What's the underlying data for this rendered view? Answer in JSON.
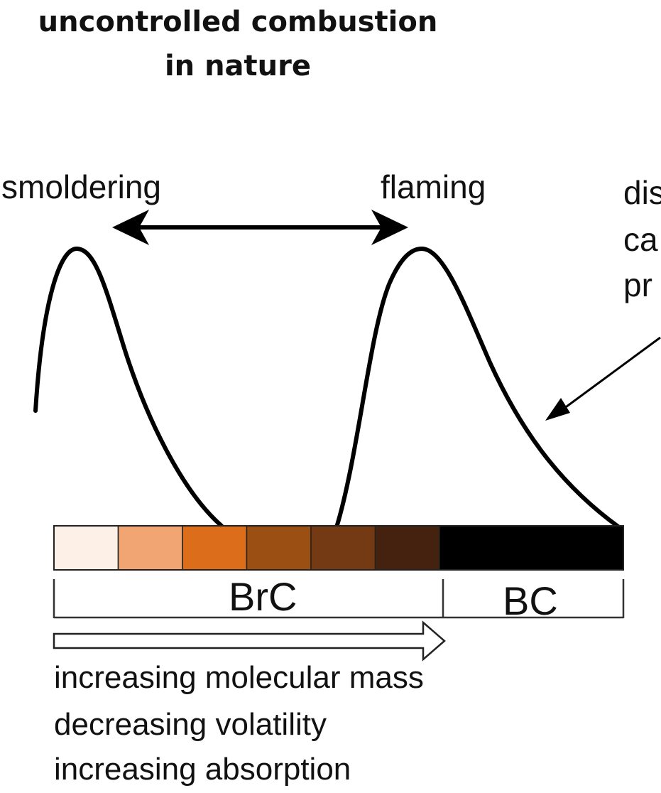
{
  "title": {
    "line1": "uncontrolled combustion",
    "line2": "in nature"
  },
  "labels": {
    "smoldering": "smoldering",
    "flaming": "flaming",
    "cut_label_line1": "dis",
    "cut_label_line2": "ca",
    "cut_label_line3": "pr"
  },
  "bar": {
    "swatches": [
      "#fcf0e7",
      "#f0a573",
      "#dc6e1b",
      "#9c4f12",
      "#733a14",
      "#452210",
      "#000000"
    ],
    "brc_label": "BrC",
    "bc_label": "BC"
  },
  "captions": [
    "increasing molecular mass",
    "decreasing volatility",
    "increasing absorption"
  ]
}
